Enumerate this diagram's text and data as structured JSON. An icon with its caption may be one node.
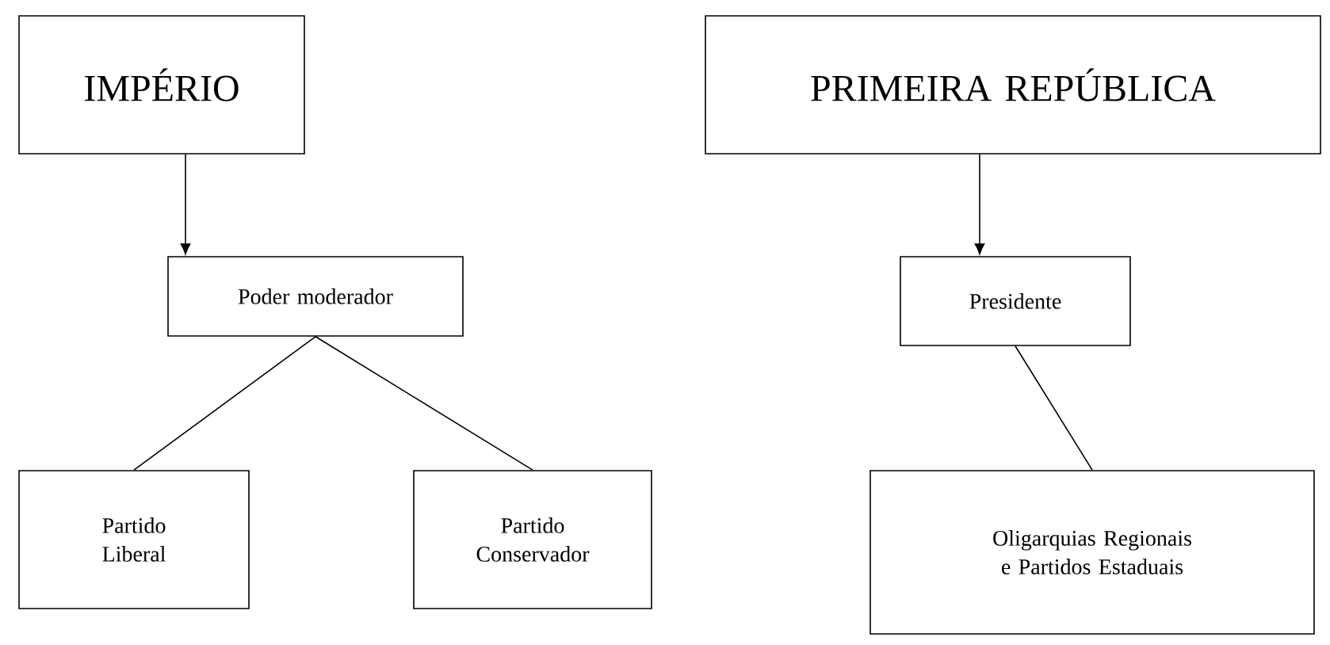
{
  "diagram": {
    "nodes": [
      {
        "text": [
          "IMPÉRIO"
        ]
      },
      {
        "text": [
          "PRIMEIRA REPÚBLICA"
        ]
      },
      {
        "text": [
          "Poder moderador"
        ]
      },
      {
        "text": [
          "Presidente"
        ]
      },
      {
        "text": [
          "Partido Liberal"
        ]
      },
      {
        "text": [
          "Partido Conservador"
        ]
      },
      {
        "text": [
          "Oligarquias Regionais e Partidos Estaduais"
        ]
      }
    ],
    "edges": [
      {
        "from": 0,
        "to": 2,
        "arrow": "to"
      },
      {
        "from": 1,
        "to": 3,
        "arrow": "to"
      },
      {
        "from": 2,
        "to": 4,
        "arrow": "none"
      },
      {
        "from": 2,
        "to": 5,
        "arrow": "none"
      },
      {
        "from": 3,
        "to": 6,
        "arrow": "none"
      }
    ]
  }
}
